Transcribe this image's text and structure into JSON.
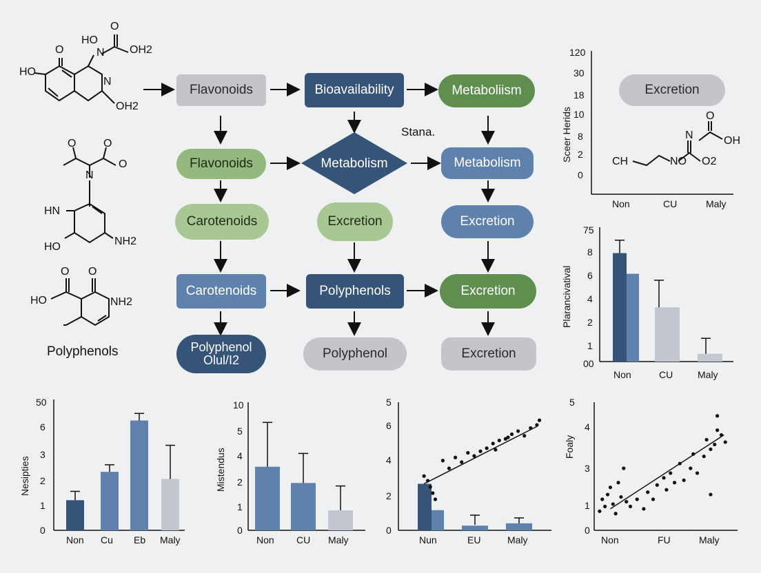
{
  "flow": {
    "r1": {
      "a": "Flavonoids",
      "b": "Bioavailability",
      "c": "Metaboliism",
      "d": "Excretion"
    },
    "r2": {
      "a": "Flavonoids",
      "b": "Metabolism",
      "c": "Metabolism",
      "note": "Stana."
    },
    "r3": {
      "a": "Carotenoids",
      "b": "Excretion",
      "c": "Excretion"
    },
    "r4": {
      "a": "Carotenoids",
      "b": "Polyphenols",
      "c": "Excretion"
    },
    "r5": {
      "a1": "Polyphenol",
      "a2": "Olul/I2",
      "b": "Polyphenol",
      "c": "Excretion"
    }
  },
  "molecules": {
    "m1": {
      "ho_top": "HO",
      "n_top": "N",
      "o_top1": "O",
      "o_top2": "O",
      "oh2_top": "OH2",
      "ho_left": "HO",
      "n_mid": "N",
      "oh2_bot": "OH2"
    },
    "m2": {
      "o1": "O",
      "o2": "O",
      "o3": "O",
      "n": "N",
      "hn": "HN",
      "ho": "HO",
      "nh2": "NH2"
    },
    "m3": {
      "o1": "O",
      "o2": "O",
      "ho": "HO",
      "nh2": "NH2"
    },
    "m4": {
      "ch": "CH",
      "no": "NO",
      "n": "N",
      "o2": "O2",
      "o": "O",
      "oh": "OH"
    },
    "caption": "Polyphenols"
  },
  "colors": {
    "navy": "#365478",
    "blue": "#5f81ad",
    "green": "#93b97e",
    "dgreen": "#5f8f4f",
    "gray": "#c3c5c9"
  },
  "chart_data": [
    {
      "type": "bar",
      "ylabel": "Sceer Herids",
      "yticks": [
        "120",
        "30",
        "18",
        "10",
        "8",
        "2",
        "0"
      ],
      "categories": [
        "Non",
        "CU",
        "Maly"
      ],
      "values": []
    },
    {
      "type": "bar",
      "ylabel": "Plarancivatival",
      "yticks": [
        "75",
        "8",
        "6",
        "4",
        "2",
        "1",
        "00"
      ],
      "categories": [
        "Non",
        "CU",
        "Maly"
      ],
      "series": [
        {
          "values": [
            8.4,
            null,
            null
          ],
          "error": [
            9.4,
            null,
            null
          ],
          "color": "#365478"
        },
        {
          "values": [
            6.8,
            4.2,
            0.6
          ],
          "error": [
            null,
            6.3,
            1.8
          ],
          "color": "#5f81ad"
        }
      ]
    },
    {
      "type": "bar",
      "ylabel": "Nesipties",
      "yticks": [
        "50",
        "6",
        "3",
        "2",
        "1",
        "0"
      ],
      "categories": [
        "Non",
        "Cu",
        "Eb",
        "Maly"
      ],
      "values": [
        1.7,
        3.3,
        6.2,
        2.9
      ],
      "error": [
        2.2,
        3.7,
        6.6,
        4.8
      ]
    },
    {
      "type": "bar",
      "ylabel": "Mistendus",
      "yticks": [
        "10",
        "5",
        "4",
        "2",
        "1",
        "0"
      ],
      "categories": [
        "Non",
        "CU",
        "Maly"
      ],
      "values": [
        4.3,
        3.2,
        1.35
      ],
      "error": [
        7.3,
        5.2,
        3.0
      ]
    },
    {
      "type": "scatter",
      "yticks": [
        "5",
        "6",
        "4",
        "2",
        "0"
      ],
      "categories": [
        "Nun",
        "EU",
        "Maly"
      ],
      "bars": [
        3.0,
        1.3,
        0.3,
        0.45
      ],
      "points": [
        [
          0.05,
          3.5
        ],
        [
          0.08,
          3.2
        ],
        [
          0.1,
          2.8
        ],
        [
          0.12,
          2.4
        ],
        [
          0.14,
          2.0
        ],
        [
          0.2,
          4.5
        ],
        [
          0.25,
          4.0
        ],
        [
          0.3,
          4.7
        ],
        [
          0.35,
          4.4
        ],
        [
          0.4,
          5.0
        ],
        [
          0.45,
          4.8
        ],
        [
          0.5,
          5.1
        ],
        [
          0.55,
          5.3
        ],
        [
          0.6,
          5.6
        ],
        [
          0.62,
          5.2
        ],
        [
          0.65,
          5.8
        ],
        [
          0.7,
          5.9
        ],
        [
          0.72,
          6.0
        ],
        [
          0.75,
          6.2
        ],
        [
          0.8,
          6.4
        ],
        [
          0.85,
          6.1
        ],
        [
          0.9,
          6.6
        ],
        [
          0.95,
          6.8
        ],
        [
          0.97,
          7.1
        ]
      ],
      "trend": [
        [
          0.05,
          3.0
        ],
        [
          0.95,
          6.7
        ]
      ]
    },
    {
      "type": "scatter",
      "ylabel": "Foaly",
      "yticks": [
        "5",
        "4",
        "3",
        "1",
        "0"
      ],
      "categories": [
        "Non",
        "FU",
        "Maly"
      ],
      "points": [
        [
          0.02,
          0.8
        ],
        [
          0.04,
          1.3
        ],
        [
          0.06,
          1.0
        ],
        [
          0.08,
          1.5
        ],
        [
          0.1,
          1.8
        ],
        [
          0.12,
          1.1
        ],
        [
          0.14,
          0.7
        ],
        [
          0.16,
          2.0
        ],
        [
          0.18,
          1.4
        ],
        [
          0.2,
          2.6
        ],
        [
          0.22,
          1.2
        ],
        [
          0.25,
          1.0
        ],
        [
          0.3,
          1.3
        ],
        [
          0.35,
          0.9
        ],
        [
          0.38,
          1.6
        ],
        [
          0.42,
          1.3
        ],
        [
          0.45,
          1.9
        ],
        [
          0.5,
          2.2
        ],
        [
          0.52,
          1.7
        ],
        [
          0.55,
          2.4
        ],
        [
          0.58,
          2.0
        ],
        [
          0.62,
          2.8
        ],
        [
          0.65,
          2.1
        ],
        [
          0.7,
          2.6
        ],
        [
          0.72,
          3.2
        ],
        [
          0.75,
          2.4
        ],
        [
          0.8,
          3.1
        ],
        [
          0.82,
          3.8
        ],
        [
          0.85,
          3.4
        ],
        [
          0.88,
          3.6
        ],
        [
          0.9,
          4.2
        ],
        [
          0.93,
          4.0
        ],
        [
          0.96,
          3.7
        ],
        [
          0.85,
          1.5
        ],
        [
          0.9,
          4.8
        ]
      ],
      "trend": [
        [
          0.1,
          0.9
        ],
        [
          0.95,
          4.0
        ]
      ]
    }
  ]
}
